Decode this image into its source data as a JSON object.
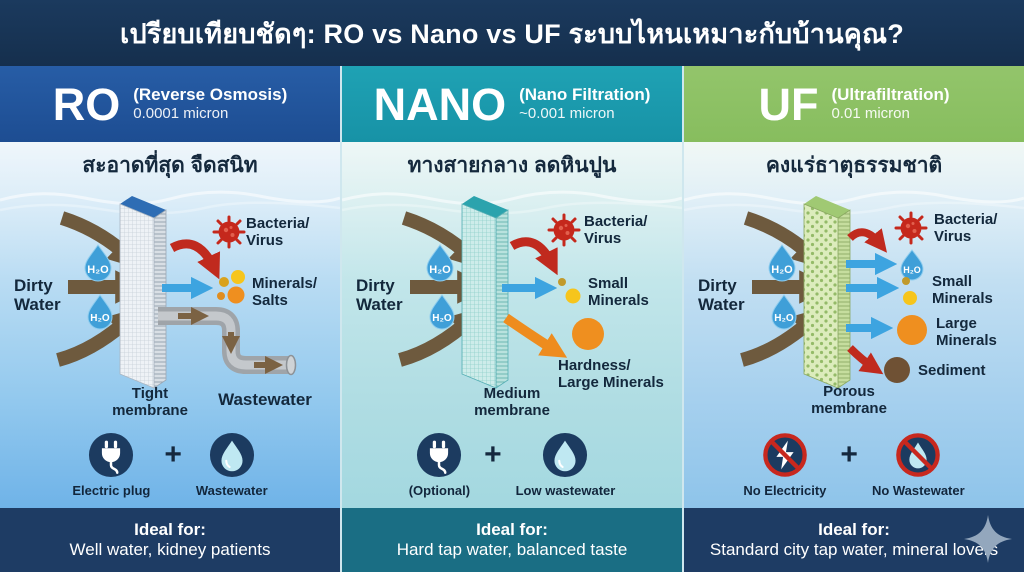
{
  "title": "เปรียบเทียบชัดๆ: RO vs Nano vs UF ระบบไหนเหมาะกับบ้านคุณ?",
  "h2o_label": "H₂O",
  "plus_sign": "+",
  "colors": {
    "banner": "#152f4d",
    "ro_header": "#1d4d92",
    "nano_header": "#1792a6",
    "uf_header": "#87bd5e",
    "ro_footer": "#1e3c64",
    "nano_footer": "#1a6e84",
    "uf_footer": "#1e3c64",
    "virus_red": "#c5281c",
    "mineral_orange": "#ef8f1f",
    "mineral_yellow": "#f6c51c",
    "dirty_arrow_brown": "#6e5a3e",
    "clean_arrow_blue": "#3da4e0"
  },
  "columns": [
    {
      "acronym": "RO",
      "full_name": "(Reverse Osmosis)",
      "micron": "0.0001 micron",
      "tagline": "สะอาดที่สุด จืดสนิท",
      "dirty_water_label": "Dirty\nWater",
      "membrane_label": "Tight\nmembrane",
      "outputs": {
        "bacteria": "Bacteria/\nVirus",
        "minerals": "Minerals/\nSalts",
        "wastewater": "Wastewater"
      },
      "icons": [
        {
          "name": "electric-plug",
          "label": "Electric plug"
        },
        {
          "name": "wastewater-drop",
          "label": "Wastewater"
        }
      ],
      "ideal_label": "Ideal for:",
      "ideal_text": "Well water, kidney patients"
    },
    {
      "acronym": "NANO",
      "full_name": "(Nano Filtration)",
      "micron": "~0.001 micron",
      "tagline": "ทางสายกลาง ลดหินปูน",
      "dirty_water_label": "Dirty\nWater",
      "membrane_label": "Medium\nmembrane",
      "outputs": {
        "bacteria": "Bacteria/\nVirus",
        "small_minerals": "Small\nMinerals",
        "hardness": "Hardness/\nLarge Minerals"
      },
      "icons": [
        {
          "name": "electric-plug",
          "label": "(Optional)"
        },
        {
          "name": "wastewater-drop",
          "label": "Low wastewater"
        }
      ],
      "ideal_label": "Ideal for:",
      "ideal_text": "Hard tap water, balanced taste"
    },
    {
      "acronym": "UF",
      "full_name": "(Ultrafiltration)",
      "micron": "0.01 micron",
      "tagline": "คงแร่ธาตุธรรมชาติ",
      "dirty_water_label": "Dirty\nWater",
      "membrane_label": "Porous\nmembrane",
      "outputs": {
        "bacteria": "Bacteria/\nVirus",
        "h2o": "H₂O",
        "small_minerals": "Small\nMinerals",
        "large_minerals": "Large\nMinerals",
        "sediment": "Sediment"
      },
      "icons": [
        {
          "name": "no-electricity",
          "label": "No Electricity"
        },
        {
          "name": "no-wastewater",
          "label": "No Wastewater"
        }
      ],
      "ideal_label": "Ideal for:",
      "ideal_text": "Standard city tap water, mineral lovers"
    }
  ]
}
